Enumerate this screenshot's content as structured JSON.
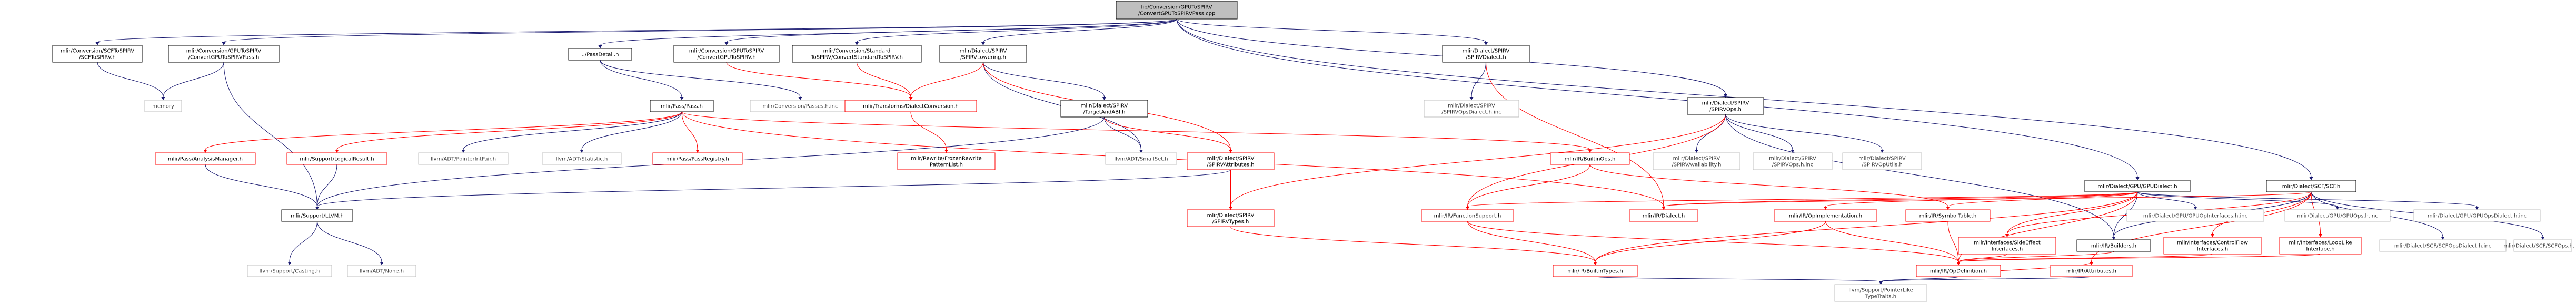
{
  "graph": {
    "title": "lib/Conversion/GPUToSPIRV/ConvertGPUToSPIRVPass.cpp",
    "nodes": [
      {
        "id": "root",
        "lines": [
          "lib/Conversion/GPUToSPIRV",
          "/ConvertGPUToSPIRVPass.cpp"
        ],
        "style": "root"
      },
      {
        "id": "scf2spirv",
        "lines": [
          "mlir/Conversion/SCFToSPIRV",
          "/SCFToSPIRV.h"
        ],
        "style": "linked"
      },
      {
        "id": "gpu2spirvpass",
        "lines": [
          "mlir/Conversion/GPUToSPIRV",
          "/ConvertGPUToSPIRVPass.h"
        ],
        "style": "linked"
      },
      {
        "id": "passdetail",
        "lines": [
          "../PassDetail.h"
        ],
        "style": "linked"
      },
      {
        "id": "gpu2spirv",
        "lines": [
          "mlir/Conversion/GPUToSPIRV",
          "/ConvertGPUToSPIRV.h"
        ],
        "style": "linked"
      },
      {
        "id": "std2spirv",
        "lines": [
          "mlir/Conversion/Standard",
          "ToSPIRV/ConvertStandardToSPIRV.h"
        ],
        "style": "linked"
      },
      {
        "id": "spirvlowering",
        "lines": [
          "mlir/Dialect/SPIRV",
          "/SPIRVLowering.h"
        ],
        "style": "linked"
      },
      {
        "id": "spirvdialect",
        "lines": [
          "mlir/Dialect/SPIRV",
          "/SPIRVDialect.h"
        ],
        "style": "linked"
      },
      {
        "id": "spirvops",
        "lines": [
          "mlir/Dialect/SPIRV",
          "/SPIRVOps.h"
        ],
        "style": "linked"
      },
      {
        "id": "gpudialect",
        "lines": [
          "mlir/Dialect/GPU/GPUDialect.h"
        ],
        "style": "linked"
      },
      {
        "id": "scf",
        "lines": [
          "mlir/Dialect/SCF/SCF.h"
        ],
        "style": "linked"
      },
      {
        "id": "memory",
        "lines": [
          "memory"
        ],
        "style": "plain"
      },
      {
        "id": "passes",
        "lines": [
          "mlir/Pass/Pass.h"
        ],
        "style": "linked"
      },
      {
        "id": "passesinc",
        "lines": [
          "mlir/Conversion/Passes.h.inc"
        ],
        "style": "plain"
      },
      {
        "id": "dialectconv",
        "lines": [
          "mlir/Transforms/DialectConversion.h"
        ],
        "style": "red"
      },
      {
        "id": "targetabi",
        "lines": [
          "mlir/Dialect/SPIRV",
          "/TargetAndABI.h"
        ],
        "style": "linked"
      },
      {
        "id": "spirvdialectinc",
        "lines": [
          "mlir/Dialect/SPIRV",
          "/SPIRVOpsDialect.h.inc"
        ],
        "style": "plain"
      },
      {
        "id": "analysismgr",
        "lines": [
          "mlir/Pass/AnalysisManager.h"
        ],
        "style": "red"
      },
      {
        "id": "logicalresult",
        "lines": [
          "mlir/Support/LogicalResult.h"
        ],
        "style": "red"
      },
      {
        "id": "pointerintpair",
        "lines": [
          "llvm/ADT/PointerIntPair.h"
        ],
        "style": "plain"
      },
      {
        "id": "statistic",
        "lines": [
          "llvm/ADT/Statistic.h"
        ],
        "style": "plain"
      },
      {
        "id": "passregistry",
        "lines": [
          "mlir/Pass/PassRegistry.h"
        ],
        "style": "red"
      },
      {
        "id": "rewritefrozen",
        "lines": [
          "mlir/Rewrite/FrozenRewrite",
          "PatternList.h"
        ],
        "style": "red"
      },
      {
        "id": "smallset",
        "lines": [
          "llvm/ADT/SmallSet.h"
        ],
        "style": "plain"
      },
      {
        "id": "spirvattrs",
        "lines": [
          "mlir/Dialect/SPIRV",
          "/SPIRVAttributes.h"
        ],
        "style": "red"
      },
      {
        "id": "builtinops",
        "lines": [
          "mlir/IR/BuiltinOps.h"
        ],
        "style": "red"
      },
      {
        "id": "spirvavail",
        "lines": [
          "mlir/Dialect/SPIRV",
          "/SPIRVAvailability.h"
        ],
        "style": "plain"
      },
      {
        "id": "spirvopsinc",
        "lines": [
          "mlir/Dialect/SPIRV",
          "/SPIRVOps.h.inc"
        ],
        "style": "plain"
      },
      {
        "id": "spirvopsutils",
        "lines": [
          "mlir/Dialect/SPIRV",
          "/SPIRVOpUtils.h"
        ],
        "style": "plain"
      },
      {
        "id": "supportllvm",
        "lines": [
          "mlir/Support/LLVM.h"
        ],
        "style": "linked"
      },
      {
        "id": "spirvtypes",
        "lines": [
          "mlir/Dialect/SPIRV",
          "/SPIRVTypes.h"
        ],
        "style": "red"
      },
      {
        "id": "functionsupport",
        "lines": [
          "mlir/IR/FunctionSupport.h"
        ],
        "style": "red"
      },
      {
        "id": "irdialect",
        "lines": [
          "mlir/IR/Dialect.h"
        ],
        "style": "red"
      },
      {
        "id": "opimplementation",
        "lines": [
          "mlir/IR/OpImplementation.h"
        ],
        "style": "red"
      },
      {
        "id": "symboltable",
        "lines": [
          "mlir/IR/SymbolTable.h"
        ],
        "style": "red"
      },
      {
        "id": "gpuopinterfaces",
        "lines": [
          "mlir/Dialect/GPU/GPUOpInterfaces.h.inc"
        ],
        "style": "plain"
      },
      {
        "id": "gpuopsinc",
        "lines": [
          "mlir/Dialect/GPU/GPUOps.h.inc"
        ],
        "style": "plain"
      },
      {
        "id": "gpuopsdialectinc",
        "lines": [
          "mlir/Dialect/GPU/GPUOpsDialect.h.inc"
        ],
        "style": "plain"
      },
      {
        "id": "sideeffect",
        "lines": [
          "mlir/Interfaces/SideEffect",
          "Interfaces.h"
        ],
        "style": "red"
      },
      {
        "id": "builders",
        "lines": [
          "mlir/IR/Builders.h"
        ],
        "style": "linked"
      },
      {
        "id": "controlflow",
        "lines": [
          "mlir/Interfaces/ControlFlow",
          "Interfaces.h"
        ],
        "style": "red"
      },
      {
        "id": "looplike",
        "lines": [
          "mlir/Interfaces/LoopLike",
          "Interface.h"
        ],
        "style": "red"
      },
      {
        "id": "scfopsdialectinc",
        "lines": [
          "mlir/Dialect/SCF/SCFOpsDialect.h.inc"
        ],
        "style": "plain"
      },
      {
        "id": "scfopsinc",
        "lines": [
          "mlir/Dialect/SCF/SCFOps.h.inc"
        ],
        "style": "plain"
      },
      {
        "id": "casting",
        "lines": [
          "llvm/Support/Casting.h"
        ],
        "style": "plain"
      },
      {
        "id": "none",
        "lines": [
          "llvm/ADT/None.h"
        ],
        "style": "plain"
      },
      {
        "id": "builtintypes",
        "lines": [
          "mlir/IR/BuiltinTypes.h"
        ],
        "style": "red"
      },
      {
        "id": "opdefinition",
        "lines": [
          "mlir/IR/OpDefinition.h"
        ],
        "style": "red"
      },
      {
        "id": "attributes",
        "lines": [
          "mlir/IR/Attributes.h"
        ],
        "style": "red"
      },
      {
        "id": "pointerliketraits",
        "lines": [
          "llvm/Support/PointerLike",
          "TypeTraits.h"
        ],
        "style": "plain"
      }
    ],
    "edges": [
      {
        "from": "root",
        "to": "scf2spirv",
        "color": "normal"
      },
      {
        "from": "root",
        "to": "gpu2spirvpass",
        "color": "normal"
      },
      {
        "from": "root",
        "to": "passdetail",
        "color": "normal"
      },
      {
        "from": "root",
        "to": "gpu2spirv",
        "color": "normal"
      },
      {
        "from": "root",
        "to": "std2spirv",
        "color": "normal"
      },
      {
        "from": "root",
        "to": "spirvlowering",
        "color": "normal"
      },
      {
        "from": "root",
        "to": "spirvdialect",
        "color": "normal"
      },
      {
        "from": "root",
        "to": "spirvops",
        "color": "normal"
      },
      {
        "from": "root",
        "to": "gpudialect",
        "color": "normal"
      },
      {
        "from": "root",
        "to": "scf",
        "color": "normal"
      },
      {
        "from": "scf2spirv",
        "to": "memory",
        "color": "normal"
      },
      {
        "from": "gpu2spirvpass",
        "to": "memory",
        "color": "normal"
      },
      {
        "from": "gpu2spirvpass",
        "to": "supportllvm",
        "color": "normal"
      },
      {
        "from": "passdetail",
        "to": "passes",
        "color": "normal"
      },
      {
        "from": "passdetail",
        "to": "passesinc",
        "color": "normal"
      },
      {
        "from": "gpu2spirv",
        "to": "dialectconv",
        "color": "red"
      },
      {
        "from": "std2spirv",
        "to": "dialectconv",
        "color": "red"
      },
      {
        "from": "spirvlowering",
        "to": "dialectconv",
        "color": "red"
      },
      {
        "from": "spirvlowering",
        "to": "targetabi",
        "color": "normal"
      },
      {
        "from": "spirvlowering",
        "to": "smallset",
        "color": "normal"
      },
      {
        "from": "spirvlowering",
        "to": "spirvattrs",
        "color": "red"
      },
      {
        "from": "spirvdialect",
        "to": "spirvdialectinc",
        "color": "normal"
      },
      {
        "from": "spirvdialect",
        "to": "irdialect",
        "color": "red"
      },
      {
        "from": "spirvops",
        "to": "spirvavail",
        "color": "normal"
      },
      {
        "from": "spirvops",
        "to": "spirvopsinc",
        "color": "normal"
      },
      {
        "from": "spirvops",
        "to": "spirvopsutils",
        "color": "normal"
      },
      {
        "from": "spirvops",
        "to": "spirvtypes",
        "color": "red"
      },
      {
        "from": "spirvops",
        "to": "functionsupport",
        "color": "red"
      },
      {
        "from": "spirvops",
        "to": "builders",
        "color": "normal"
      },
      {
        "from": "passes",
        "to": "analysismgr",
        "color": "red"
      },
      {
        "from": "passes",
        "to": "logicalresult",
        "color": "red"
      },
      {
        "from": "passes",
        "to": "pointerintpair",
        "color": "normal"
      },
      {
        "from": "passes",
        "to": "statistic",
        "color": "normal"
      },
      {
        "from": "passes",
        "to": "passregistry",
        "color": "red"
      },
      {
        "from": "passes",
        "to": "builtinops",
        "color": "red"
      },
      {
        "from": "passes",
        "to": "irdialect",
        "color": "red"
      },
      {
        "from": "dialectconv",
        "to": "rewritefrozen",
        "color": "red"
      },
      {
        "from": "targetabi",
        "to": "smallset",
        "color": "normal"
      },
      {
        "from": "targetabi",
        "to": "spirvattrs",
        "color": "red"
      },
      {
        "from": "targetabi",
        "to": "supportllvm",
        "color": "normal"
      },
      {
        "from": "spirvattrs",
        "to": "spirvtypes",
        "color": "red"
      },
      {
        "from": "spirvattrs",
        "to": "supportllvm",
        "color": "normal"
      },
      {
        "from": "analysismgr",
        "to": "supportllvm",
        "color": "normal"
      },
      {
        "from": "logicalresult",
        "to": "supportllvm",
        "color": "normal"
      },
      {
        "from": "builtinops",
        "to": "functionsupport",
        "color": "red"
      },
      {
        "from": "builtinops",
        "to": "symboltable",
        "color": "red"
      },
      {
        "from": "supportllvm",
        "to": "casting",
        "color": "normal"
      },
      {
        "from": "supportllvm",
        "to": "none",
        "color": "normal"
      },
      {
        "from": "spirvtypes",
        "to": "builtintypes",
        "color": "red"
      },
      {
        "from": "functionsupport",
        "to": "builtintypes",
        "color": "red"
      },
      {
        "from": "functionsupport",
        "to": "opdefinition",
        "color": "red"
      },
      {
        "from": "opimplementation",
        "to": "builtintypes",
        "color": "red"
      },
      {
        "from": "opimplementation",
        "to": "opdefinition",
        "color": "red"
      },
      {
        "from": "symboltable",
        "to": "opdefinition",
        "color": "red"
      },
      {
        "from": "gpudialect",
        "to": "builtintypes",
        "color": "red"
      },
      {
        "from": "gpudialect",
        "to": "irdialect",
        "color": "red"
      },
      {
        "from": "gpudialect",
        "to": "opimplementation",
        "color": "red"
      },
      {
        "from": "gpudialect",
        "to": "symboltable",
        "color": "red"
      },
      {
        "from": "gpudialect",
        "to": "gpuopinterfaces",
        "color": "normal"
      },
      {
        "from": "gpudialect",
        "to": "gpuopsinc",
        "color": "normal"
      },
      {
        "from": "gpudialect",
        "to": "gpuopsdialectinc",
        "color": "normal"
      },
      {
        "from": "gpudialect",
        "to": "sideeffect",
        "color": "red"
      },
      {
        "from": "gpudialect",
        "to": "builders",
        "color": "normal"
      },
      {
        "from": "gpudialect",
        "to": "opdefinition",
        "color": "red"
      },
      {
        "from": "gpudialect",
        "to": "functionsupport",
        "color": "red"
      },
      {
        "from": "scf",
        "to": "builders",
        "color": "normal"
      },
      {
        "from": "scf",
        "to": "controlflow",
        "color": "red"
      },
      {
        "from": "scf",
        "to": "looplike",
        "color": "red"
      },
      {
        "from": "scf",
        "to": "sideeffect",
        "color": "red"
      },
      {
        "from": "scf",
        "to": "scfopsdialectinc",
        "color": "normal"
      },
      {
        "from": "scf",
        "to": "scfopsinc",
        "color": "normal"
      },
      {
        "from": "scf",
        "to": "irdialect",
        "color": "red"
      },
      {
        "from": "scf",
        "to": "attributes",
        "color": "red"
      },
      {
        "from": "sideeffect",
        "to": "opdefinition",
        "color": "red"
      },
      {
        "from": "builders",
        "to": "opdefinition",
        "color": "red"
      },
      {
        "from": "controlflow",
        "to": "opdefinition",
        "color": "red"
      },
      {
        "from": "looplike",
        "to": "opdefinition",
        "color": "red"
      },
      {
        "from": "opdefinition",
        "to": "attributes",
        "color": "red"
      },
      {
        "from": "builtintypes",
        "to": "pointerliketraits",
        "color": "normal"
      },
      {
        "from": "attributes",
        "to": "pointerliketraits",
        "color": "normal"
      },
      {
        "from": "opdefinition",
        "to": "pointerliketraits",
        "color": "normal"
      }
    ]
  }
}
